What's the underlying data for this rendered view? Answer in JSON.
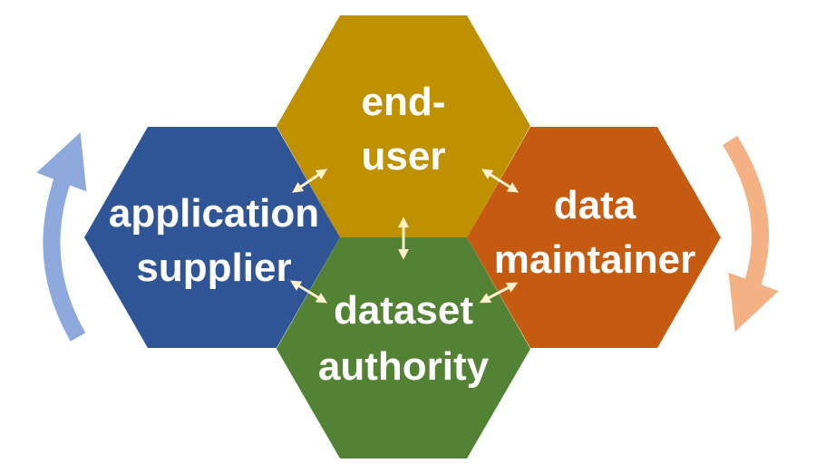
{
  "hexagons": {
    "end_user": {
      "line1": "end-",
      "line2": "user",
      "color": "#BF9000"
    },
    "application_supplier": {
      "line1": "application",
      "line2": "supplier",
      "color": "#2F5597"
    },
    "data_maintainer": {
      "line1": "data",
      "line2": "maintainer",
      "color": "#C55A11"
    },
    "dataset_authority": {
      "line1": "dataset",
      "line2": "authority",
      "color": "#548235"
    }
  },
  "connector_color": "#FFF2CC",
  "cycle_arrows": {
    "left": {
      "color": "#8EA9DB",
      "direction": "up"
    },
    "right": {
      "color": "#F4B183",
      "direction": "down"
    }
  }
}
